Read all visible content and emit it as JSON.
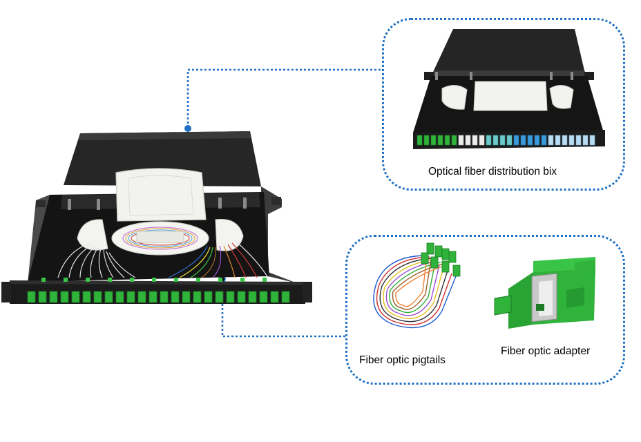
{
  "captions": {
    "distribution_box": "Optical fiber distribution bix",
    "pigtails": "Fiber optic pigtails",
    "adapter": "Fiber optic adapter"
  },
  "colors": {
    "callout_line": "#1f6fc4",
    "panel_body": "#1c1c1c",
    "adapter_green": "#2fb33a",
    "adapter_blue": "#3b9ad9",
    "tray_white": "#f2f2ee"
  },
  "icons": [
    "fiber-distribution-panel",
    "fiber-pigtails",
    "fiber-optic-adapter"
  ]
}
